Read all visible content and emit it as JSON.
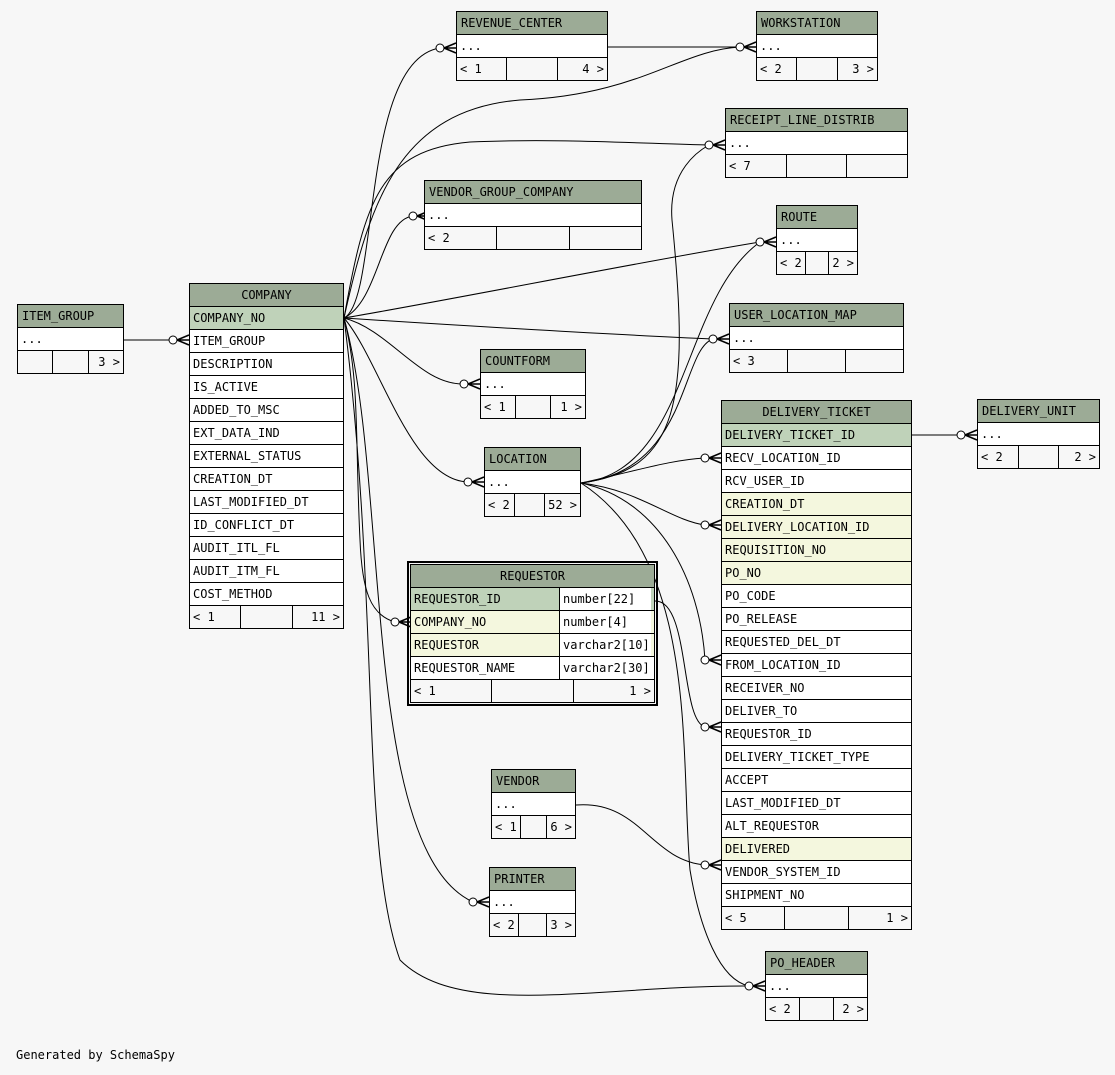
{
  "diagram_title": "SchemaSpy relationships diagram",
  "tables": {
    "revenue_center": {
      "name": "REVENUE_CENTER",
      "rows": [
        "..."
      ],
      "parents": "< 1",
      "children": "4 >"
    },
    "workstation": {
      "name": "WORKSTATION",
      "rows": [
        "..."
      ],
      "parents": "< 2",
      "children": "3 >"
    },
    "receipt_line_distrib": {
      "name": "RECEIPT_LINE_DISTRIB",
      "rows": [
        "..."
      ],
      "parents": "< 7",
      "children": ""
    },
    "vendor_group_company": {
      "name": "VENDOR_GROUP_COMPANY",
      "rows": [
        "..."
      ],
      "parents": "< 2",
      "children": ""
    },
    "route": {
      "name": "ROUTE",
      "rows": [
        "..."
      ],
      "parents": "< 2",
      "children": "2 >"
    },
    "user_location_map": {
      "name": "USER_LOCATION_MAP",
      "rows": [
        "..."
      ],
      "parents": "< 3",
      "children": ""
    },
    "item_group": {
      "name": "ITEM_GROUP",
      "rows": [
        "..."
      ],
      "parents": "",
      "children": "3 >"
    },
    "company": {
      "name": "COMPANY",
      "rows": [
        "COMPANY_NO",
        "ITEM_GROUP",
        "DESCRIPTION",
        "IS_ACTIVE",
        "ADDED_TO_MSC",
        "EXT_DATA_IND",
        "EXTERNAL_STATUS",
        "CREATION_DT",
        "LAST_MODIFIED_DT",
        "ID_CONFLICT_DT",
        "AUDIT_ITL_FL",
        "AUDIT_ITM_FL",
        "COST_METHOD"
      ],
      "parents": "< 1",
      "children": "11 >"
    },
    "countform": {
      "name": "COUNTFORM",
      "rows": [
        "..."
      ],
      "parents": "< 1",
      "children": "1 >"
    },
    "location": {
      "name": "LOCATION",
      "rows": [
        "..."
      ],
      "parents": "< 2",
      "children": "52 >"
    },
    "delivery_ticket": {
      "name": "DELIVERY_TICKET",
      "rows": [
        "DELIVERY_TICKET_ID",
        "RECV_LOCATION_ID",
        "RCV_USER_ID",
        "CREATION_DT",
        "DELIVERY_LOCATION_ID",
        "REQUISITION_NO",
        "PO_NO",
        "PO_CODE",
        "PO_RELEASE",
        "REQUESTED_DEL_DT",
        "FROM_LOCATION_ID",
        "RECEIVER_NO",
        "DELIVER_TO",
        "REQUESTOR_ID",
        "DELIVERY_TICKET_TYPE",
        "ACCEPT",
        "LAST_MODIFIED_DT",
        "ALT_REQUESTOR",
        "DELIVERED",
        "VENDOR_SYSTEM_ID",
        "SHIPMENT_NO"
      ],
      "parents": "< 5",
      "children": "1 >"
    },
    "delivery_unit": {
      "name": "DELIVERY_UNIT",
      "rows": [
        "..."
      ],
      "parents": "< 2",
      "children": "2 >"
    },
    "requestor": {
      "name": "REQUESTOR",
      "rows": [
        {
          "col": "REQUESTOR_ID",
          "type": "number[22]"
        },
        {
          "col": "COMPANY_NO",
          "type": "number[4]"
        },
        {
          "col": "REQUESTOR",
          "type": "varchar2[10]"
        },
        {
          "col": "REQUESTOR_NAME",
          "type": "varchar2[30]"
        }
      ],
      "parents": "< 1",
      "children": "1 >"
    },
    "vendor": {
      "name": "VENDOR",
      "rows": [
        "..."
      ],
      "parents": "< 1",
      "children": "6 >"
    },
    "printer": {
      "name": "PRINTER",
      "rows": [
        "..."
      ],
      "parents": "< 2",
      "children": "3 >"
    },
    "po_header": {
      "name": "PO_HEADER",
      "rows": [
        "..."
      ],
      "parents": "< 2",
      "children": "2 >"
    }
  },
  "row_kinds": {
    "company": [
      "pk",
      "",
      "",
      "",
      "",
      "",
      "",
      "",
      "",
      "",
      "",
      "",
      ""
    ],
    "delivery_ticket": [
      "pk",
      "",
      "",
      "fk",
      "fk",
      "fk",
      "fk",
      "",
      "",
      "",
      "",
      "",
      "",
      "",
      "",
      "",
      "",
      "",
      "fk",
      "",
      ""
    ],
    "requestor": [
      "pk",
      "fk",
      "fk",
      ""
    ]
  },
  "relationships": [
    {
      "from": "COMPANY.COMPANY_NO",
      "to": "REVENUE_CENTER"
    },
    {
      "from": "COMPANY.COMPANY_NO",
      "to": "WORKSTATION"
    },
    {
      "from": "COMPANY.COMPANY_NO",
      "to": "RECEIPT_LINE_DISTRIB"
    },
    {
      "from": "COMPANY.COMPANY_NO",
      "to": "VENDOR_GROUP_COMPANY"
    },
    {
      "from": "COMPANY.COMPANY_NO",
      "to": "ROUTE"
    },
    {
      "from": "COMPANY.COMPANY_NO",
      "to": "USER_LOCATION_MAP"
    },
    {
      "from": "COMPANY.COMPANY_NO",
      "to": "COUNTFORM"
    },
    {
      "from": "COMPANY.COMPANY_NO",
      "to": "LOCATION"
    },
    {
      "from": "COMPANY.COMPANY_NO",
      "to": "REQUESTOR.COMPANY_NO"
    },
    {
      "from": "COMPANY.COMPANY_NO",
      "to": "PRINTER"
    },
    {
      "from": "COMPANY.COMPANY_NO",
      "to": "PO_HEADER"
    },
    {
      "from": "ITEM_GROUP",
      "to": "COMPANY.ITEM_GROUP"
    },
    {
      "from": "REVENUE_CENTER",
      "to": "WORKSTATION"
    },
    {
      "from": "LOCATION",
      "to": "RECEIPT_LINE_DISTRIB"
    },
    {
      "from": "LOCATION",
      "to": "ROUTE"
    },
    {
      "from": "LOCATION",
      "to": "USER_LOCATION_MAP"
    },
    {
      "from": "LOCATION",
      "to": "DELIVERY_TICKET.RECV_LOCATION_ID"
    },
    {
      "from": "LOCATION",
      "to": "DELIVERY_TICKET.DELIVERY_LOCATION_ID"
    },
    {
      "from": "LOCATION",
      "to": "DELIVERY_TICKET.FROM_LOCATION_ID"
    },
    {
      "from": "LOCATION",
      "to": "PO_HEADER"
    },
    {
      "from": "REQUESTOR.REQUESTOR_ID",
      "to": "DELIVERY_TICKET.REQUESTOR_ID"
    },
    {
      "from": "VENDOR",
      "to": "DELIVERY_TICKET.VENDOR_SYSTEM_ID"
    },
    {
      "from": "DELIVERY_TICKET.DELIVERY_TICKET_ID",
      "to": "DELIVERY_UNIT"
    }
  ],
  "footer": "Generated by SchemaSpy"
}
